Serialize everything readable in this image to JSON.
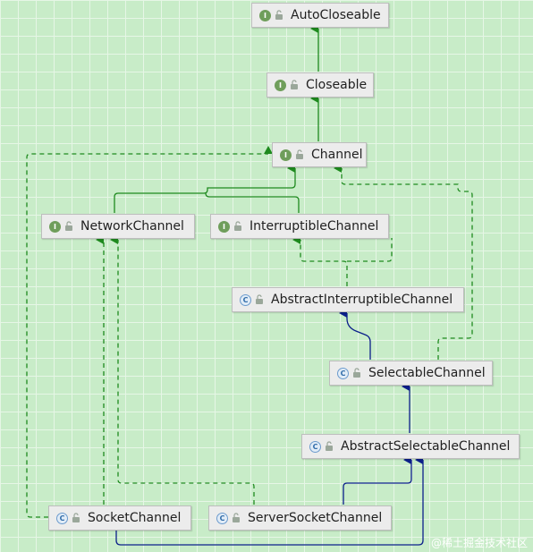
{
  "colors": {
    "extends_interface": "#1e8a1e",
    "implements_interface": "#1e8a1e",
    "extends_class": "#0b1f8a"
  },
  "nodes": {
    "auto_closeable": {
      "label": "AutoCloseable",
      "kind": "interface",
      "kind_letter": "I"
    },
    "closeable": {
      "label": "Closeable",
      "kind": "interface",
      "kind_letter": "I"
    },
    "channel": {
      "label": "Channel",
      "kind": "interface",
      "kind_letter": "I"
    },
    "network_channel": {
      "label": "NetworkChannel",
      "kind": "interface",
      "kind_letter": "I"
    },
    "interruptible_channel": {
      "label": "InterruptibleChannel",
      "kind": "interface",
      "kind_letter": "I"
    },
    "abstract_interruptible_channel": {
      "label": "AbstractInterruptibleChannel",
      "kind": "class",
      "kind_letter": "C"
    },
    "selectable_channel": {
      "label": "SelectableChannel",
      "kind": "class",
      "kind_letter": "C"
    },
    "abstract_selectable_channel": {
      "label": "AbstractSelectableChannel",
      "kind": "class",
      "kind_letter": "C"
    },
    "socket_channel": {
      "label": "SocketChannel",
      "kind": "class",
      "kind_letter": "C"
    },
    "server_socket_channel": {
      "label": "ServerSocketChannel",
      "kind": "class",
      "kind_letter": "C"
    }
  },
  "watermark": "@稀土掘金技术社区"
}
